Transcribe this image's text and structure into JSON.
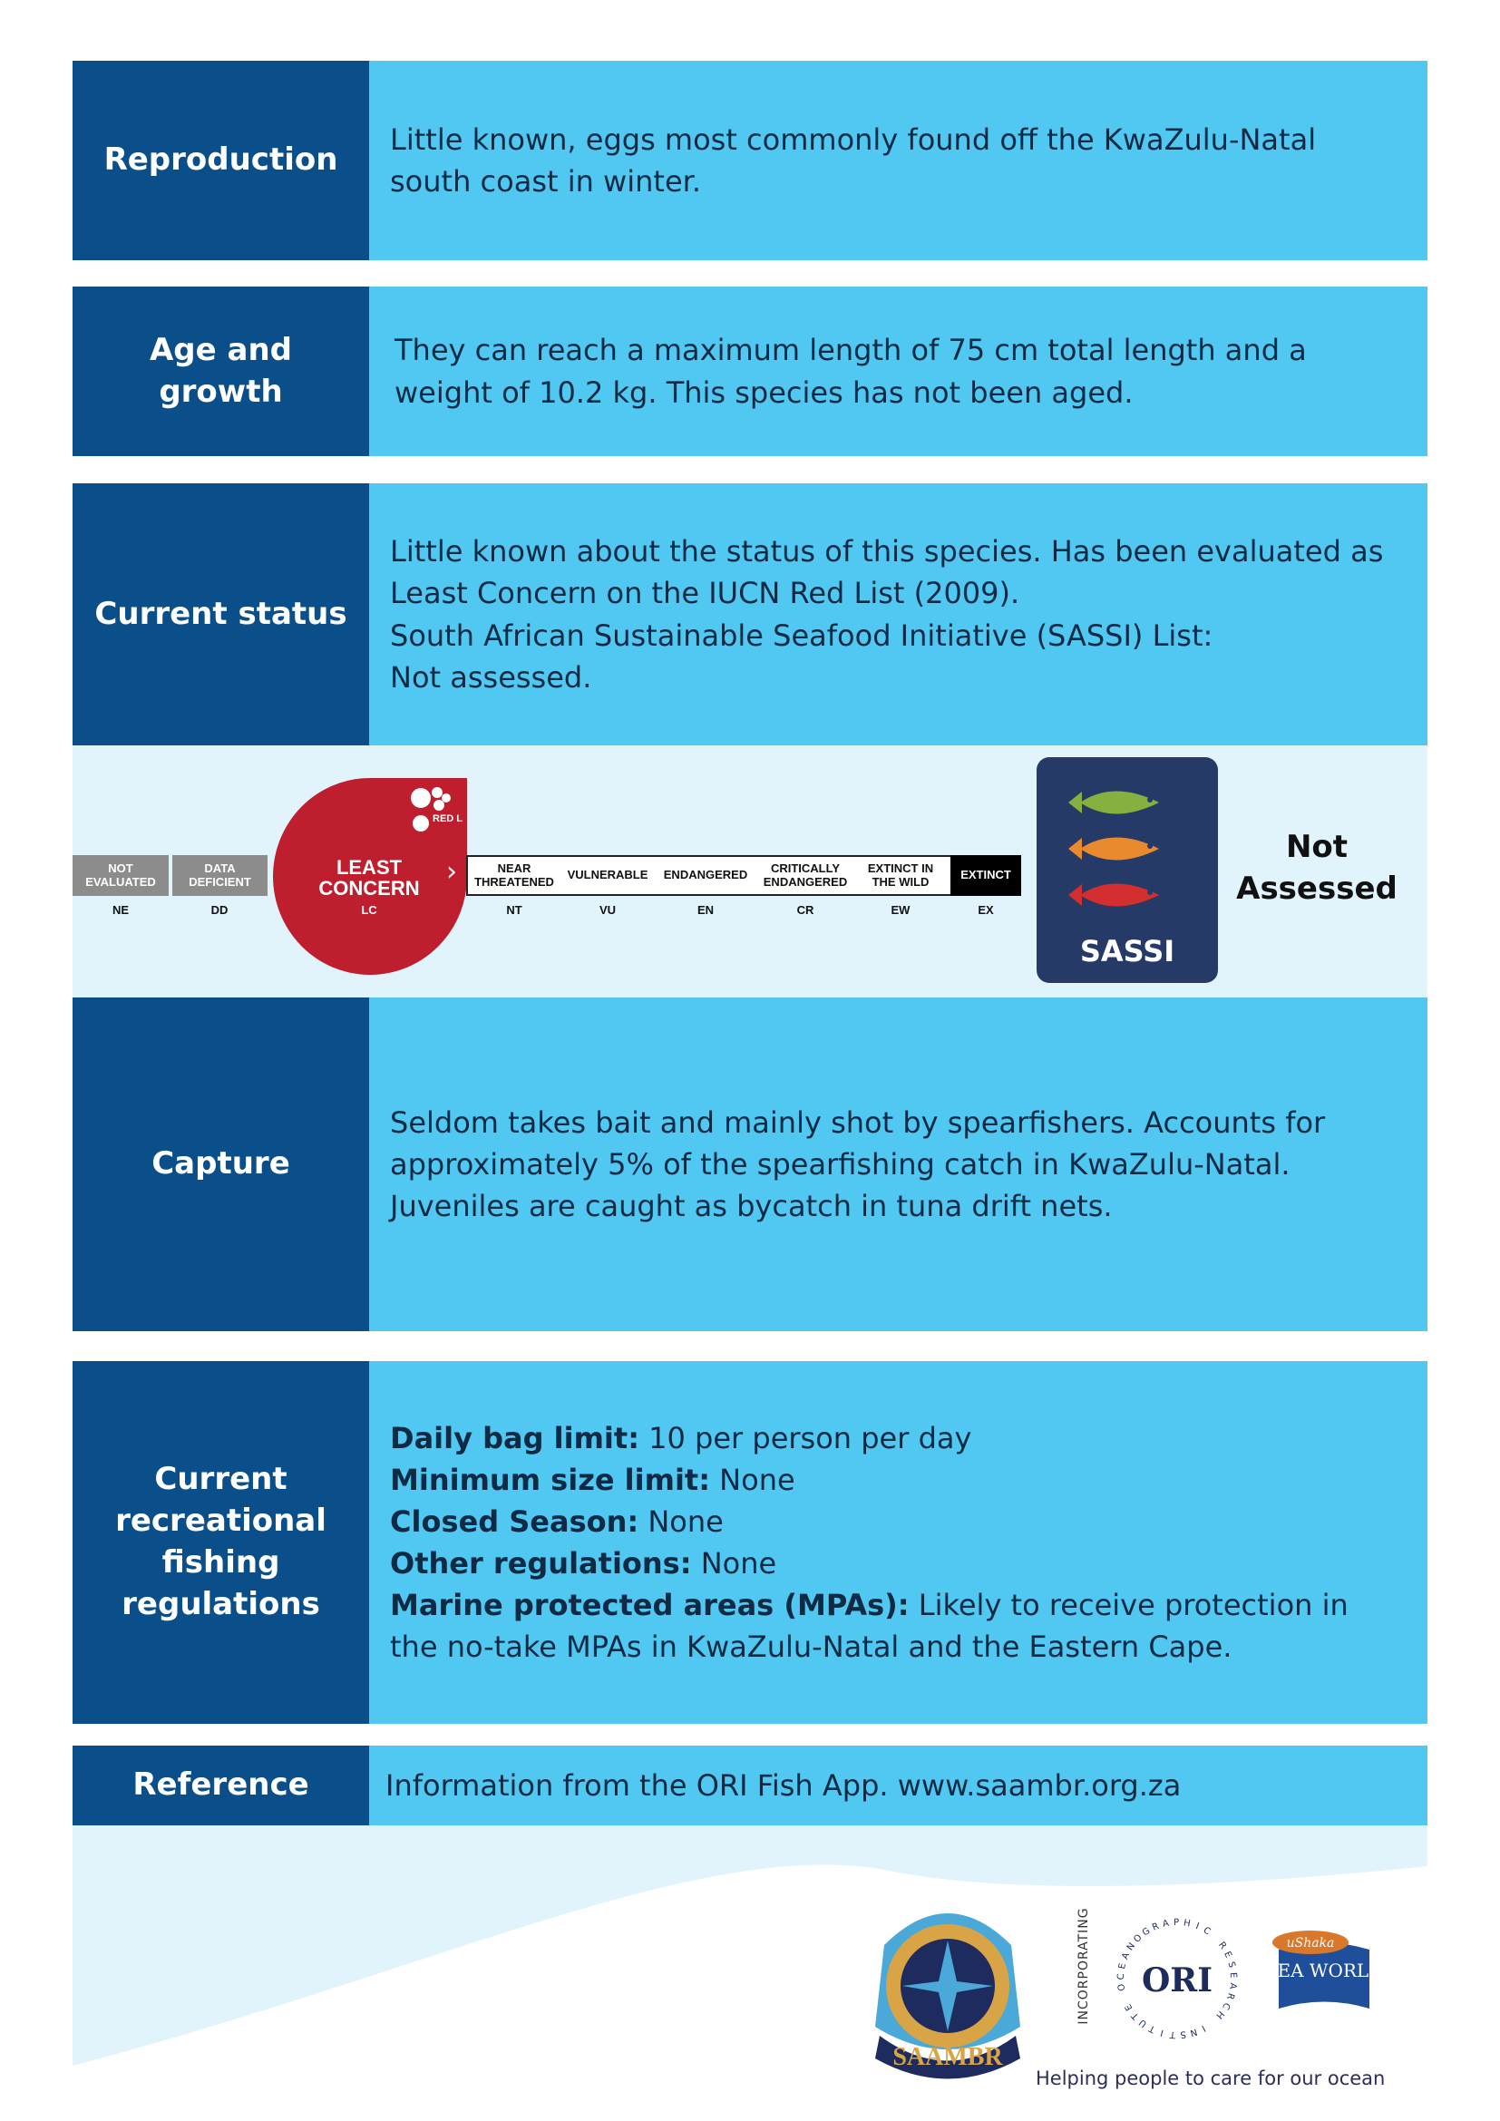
{
  "sections": {
    "reproduction": {
      "label": "Reproduction",
      "text": "Little known, eggs most commonly found off the KwaZulu-Natal south coast in winter."
    },
    "age": {
      "label": "Age and growth",
      "text": "They can reach a maximum length of 75 cm total length and a weight of 10.2 kg. This species has not been aged."
    },
    "status": {
      "label": "Current status",
      "line1": "Little known about the status of this species. Has been evaluated as Least Concern on the IUCN Red List (2009).",
      "line2": "South African Sustainable Seafood Initiative (SASSI) List:",
      "line3": "Not assessed."
    },
    "capture": {
      "label": "Capture",
      "text": "Seldom takes bait and mainly shot by spearfishers. Accounts for approximately 5% of the spearfishing catch in KwaZulu-Natal. Juveniles are caught as bycatch in tuna drift nets."
    },
    "regs": {
      "label": "Current recreational fishing regulations",
      "items": [
        {
          "k": "Daily bag limit:",
          "v": " 10 per person per day"
        },
        {
          "k": "Minimum size limit:",
          "v": " None"
        },
        {
          "k": "Closed Season:",
          "v": " None"
        },
        {
          "k": "Other regulations:",
          "v": " None"
        },
        {
          "k": "Marine protected areas (MPAs):",
          "v": " Likely to receive protection in the no-take MPAs in KwaZulu-Natal and the Eastern Cape."
        }
      ]
    },
    "reference": {
      "label": "Reference",
      "text": "Information from the ORI Fish App.  www.saambr.org.za"
    }
  },
  "iucn": {
    "ne": "NOT EVALUATED",
    "ne_code": "NE",
    "dd": "DATA DEFICIENT",
    "dd_code": "DD",
    "lc": "LEAST CONCERN",
    "lc_code": "LC",
    "redlist": "RED LIST",
    "cats": [
      {
        "t": "NEAR THREATENED",
        "c": "NT"
      },
      {
        "t": "VULNERABLE",
        "c": "VU"
      },
      {
        "t": "ENDANGERED",
        "c": "EN"
      },
      {
        "t": "CRITICALLY ENDANGERED",
        "c": "CR"
      },
      {
        "t": "EXTINCT IN THE WILD",
        "c": "EW"
      }
    ],
    "ex": "EXTINCT",
    "ex_code": "EX"
  },
  "sassi": {
    "logo": "SASSI",
    "status": "Not Assessed"
  },
  "footer": {
    "saambr": "SAAMBR",
    "incorporating": "INCORPORATING",
    "ori": "ORI",
    "ori_ring": "OCEANOGRAPHIC RESEARCH INSTITUTE",
    "ushaka": "uShaka",
    "seaworld": "SEA WORLD",
    "tagline": "Helping people to care for our ocean"
  },
  "colors": {
    "dark": "#0b4f8a",
    "light": "#50c8f1",
    "pale": "#e1f4fc",
    "red": "#be1e2d"
  }
}
